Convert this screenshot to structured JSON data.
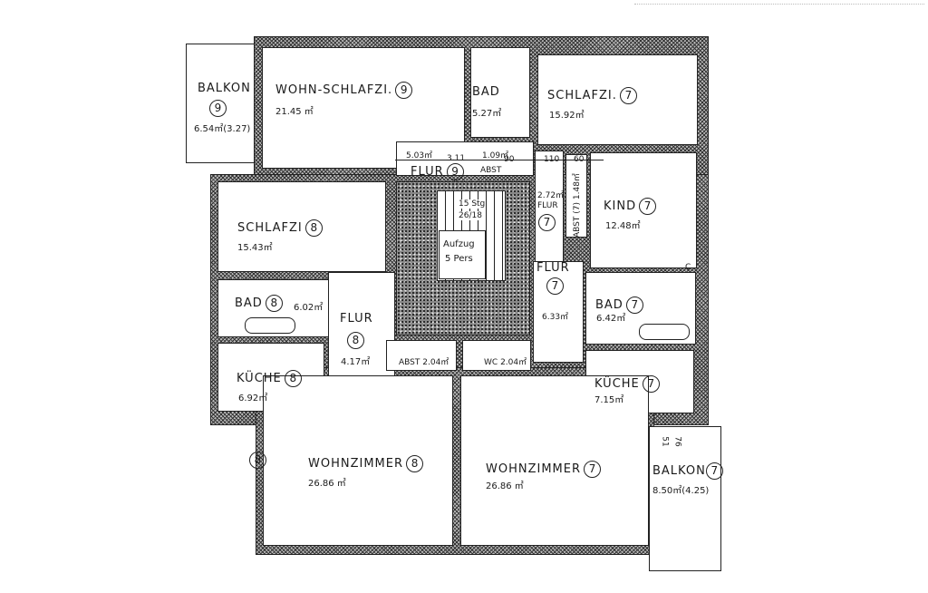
{
  "rooms": {
    "balkon9": {
      "name": "BALKON",
      "unit": "9",
      "area": "6.54㎡(3.27)"
    },
    "wohnschlaf9": {
      "name": "WOHN-SCHLAFZI.",
      "unit": "9",
      "area": "21.45 ㎡"
    },
    "bad9": {
      "name": "BAD",
      "area": "5.27㎡"
    },
    "schlaf7": {
      "name": "SCHLAFZI.",
      "unit": "7",
      "area": "15.92㎡"
    },
    "flur9": {
      "name": "FLUR",
      "unit": "9",
      "area": "5.03㎡"
    },
    "abst9": {
      "name": "ABST",
      "area": "1.09㎡"
    },
    "schlaf8": {
      "name": "SCHLAFZI",
      "unit": "8",
      "area": "15.43㎡"
    },
    "flur7a": {
      "name": "FLUR",
      "unit": "7",
      "area": "2.72㎡"
    },
    "abst7": {
      "name": "ABST",
      "unit": "7",
      "area": "1.48㎡"
    },
    "kind7": {
      "name": "KIND",
      "unit": "7",
      "area": "12.48㎡"
    },
    "flur7b": {
      "name": "FLUR",
      "unit": "7",
      "area": "6.33㎡"
    },
    "bad8": {
      "name": "BAD",
      "unit": "8",
      "area": "6.02㎡"
    },
    "flur8": {
      "name": "FLUR",
      "unit": "8",
      "area": "4.17㎡"
    },
    "kueche8": {
      "name": "KÜCHE",
      "unit": "8",
      "area": "6.92㎡"
    },
    "abst204": {
      "name": "ABST",
      "area": "2.04㎡"
    },
    "wc": {
      "name": "WC",
      "area": "2.04㎡"
    },
    "bad7": {
      "name": "BAD",
      "unit": "7",
      "area": "6.42㎡"
    },
    "kueche7": {
      "name": "KÜCHE",
      "unit": "7",
      "area": "7.15㎡"
    },
    "wohn8": {
      "name": "WOHNZIMMER",
      "unit": "8",
      "area": "26.86 ㎡"
    },
    "wohn7": {
      "name": "WOHNZIMMER",
      "unit": "7",
      "area": "26.86 ㎡"
    },
    "balkon7": {
      "name": "BALKON",
      "unit": "7",
      "area": "8.50㎡(4.25)"
    }
  },
  "stair": {
    "steps": "15 Stg",
    "ratio": "26/18"
  },
  "elevator": {
    "line1": "Aufzug",
    "line2": "5 Pers"
  },
  "dimensions": {
    "d311": "3.11",
    "d90": "90",
    "d110": "110",
    "d60": "60",
    "d51": "51",
    "d76": "76",
    "c": "C"
  },
  "outside_marker": "8"
}
